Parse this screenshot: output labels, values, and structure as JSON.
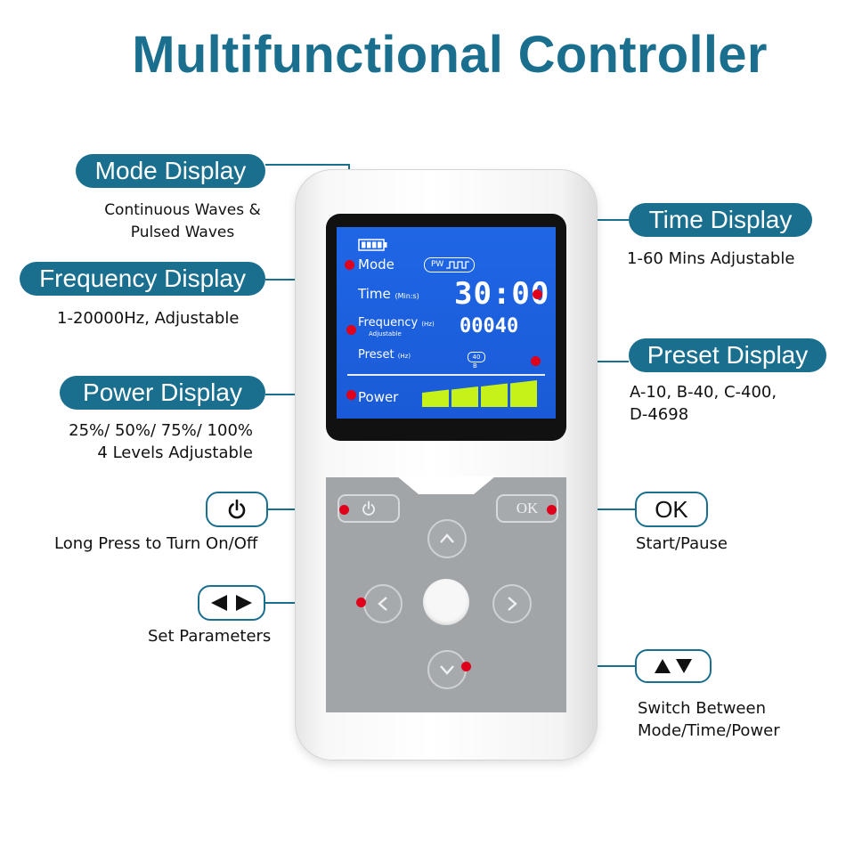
{
  "title": "Multifunctional Controller",
  "callouts": {
    "mode": {
      "label": "Mode Display",
      "desc_lines": [
        "Continuous Waves &",
        "Pulsed Waves"
      ]
    },
    "frequency": {
      "label": "Frequency Display",
      "desc": "1-20000Hz, Adjustable"
    },
    "power": {
      "label": "Power Display",
      "desc_lines": [
        "25%/ 50%/ 75%/ 100%",
        "4 Levels Adjustable"
      ]
    },
    "time": {
      "label": "Time Display",
      "desc": "1-60 Mins Adjustable"
    },
    "preset": {
      "label": "Preset Display",
      "desc_lines": [
        "A-10, B-40, C-400,",
        "D-4698"
      ]
    }
  },
  "keys": {
    "power": {
      "icon": "power-icon",
      "desc": "Long Press to Turn On/Off"
    },
    "leftright": {
      "icon": "left-right-arrows-icon",
      "desc": "Set Parameters"
    },
    "ok": {
      "label": "OK",
      "desc": "Start/Pause"
    },
    "updown": {
      "icon": "up-down-arrows-icon",
      "desc_lines": [
        "Switch Between",
        "Mode/Time/Power"
      ]
    }
  },
  "lcd": {
    "mode_label": "Mode",
    "mode_badge": "PW",
    "time_label": "Time",
    "time_unit": "(Min:s)",
    "time_value": "30:00",
    "freq_label": "Frequency",
    "freq_unit": "(Hz)",
    "freq_sub": "Adjustable",
    "freq_value": "00040",
    "preset_label": "Preset",
    "preset_unit": "(Hz)",
    "preset_badge": "40",
    "preset_letter": "B",
    "power_label": "Power",
    "power_level": 1.0
  },
  "device_buttons": {
    "ok_label": "OK"
  },
  "colors": {
    "accent": "#1a6f8f",
    "lcd_blue": "#1f66e6",
    "power_bar": "#c6f21a",
    "marker": "#e0001b"
  }
}
